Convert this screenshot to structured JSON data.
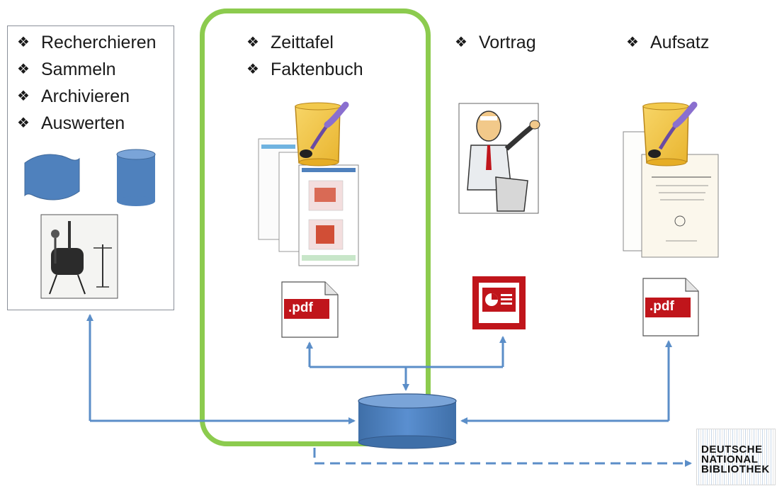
{
  "left_panel": {
    "items": [
      "Recherchieren",
      "Sammeln",
      "Archivieren",
      "Auswerten"
    ]
  },
  "green_column": {
    "items": [
      "Zeittafel",
      "Faktenbuch"
    ],
    "file_type": ".pdf"
  },
  "talk_column": {
    "items": [
      "Vortrag"
    ]
  },
  "essay_column": {
    "items": [
      "Aufsatz"
    ],
    "file_type": ".pdf"
  },
  "bullet_symbol": "❖",
  "external_archive": {
    "lines": [
      "DEUTSCHE",
      "NATIONAL",
      "BIBLIOTHEK"
    ]
  },
  "colors": {
    "arrow": "#5b8ec8",
    "storage": "#4f81bd",
    "highlight": "#8ccb4e",
    "pdf_red": "#c0151b"
  }
}
